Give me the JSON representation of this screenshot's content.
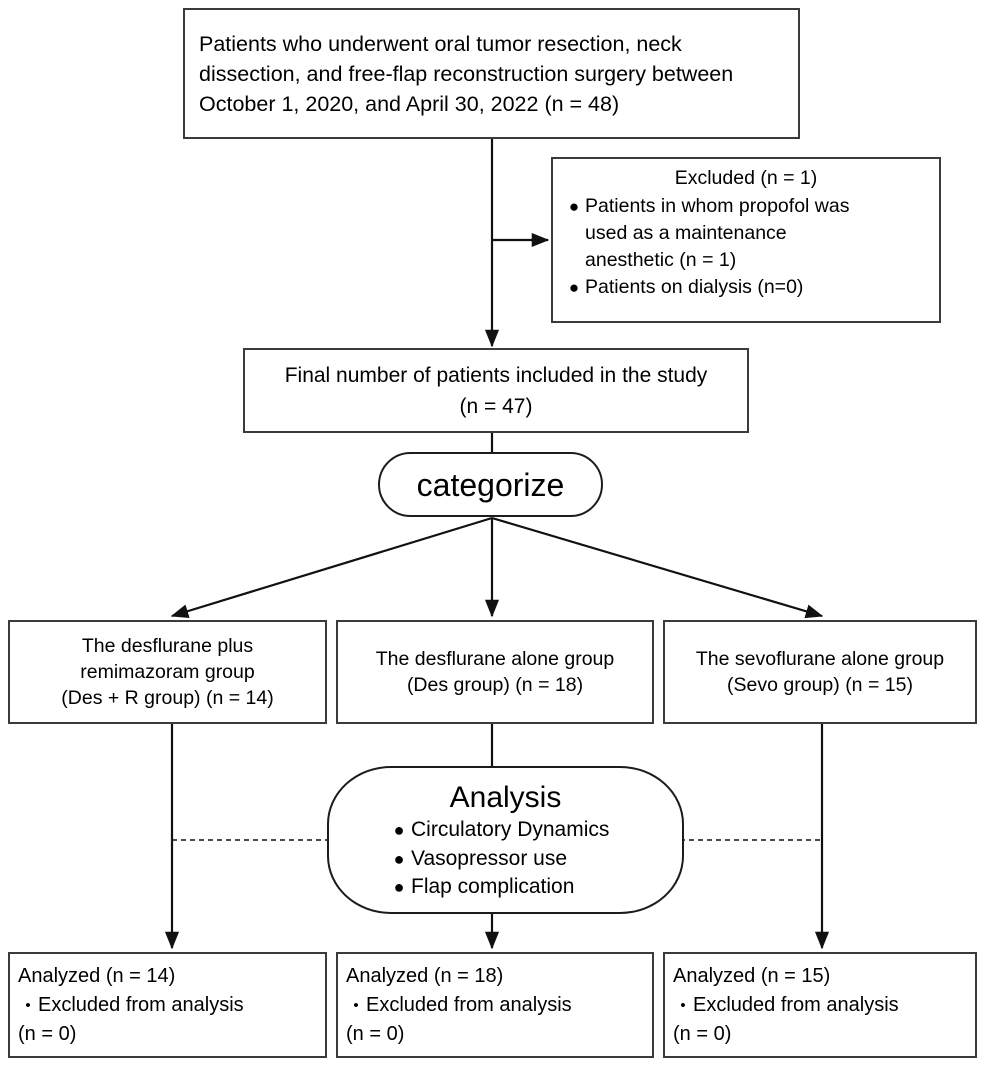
{
  "diagram": {
    "title": "Patient enrollment and analysis flow diagram",
    "stroke_color": "#3b3b3b",
    "background_color": "#ffffff",
    "bullet_glyph": "●",
    "small_bullet_glyph": "•"
  },
  "enrollment": {
    "lines": [
      " Patients who underwent oral tumor resection, neck",
      "dissection, and free-flap reconstruction surgery  between",
      "October 1, 2020, and April 30, 2022 (n = 48)"
    ]
  },
  "excluded": {
    "heading": "Excluded (n = 1)",
    "items": [
      [
        "Patients in whom propofol was",
        "used as a maintenance",
        "anesthetic (n = 1)"
      ],
      [
        "Patients on dialysis (n=0)"
      ]
    ]
  },
  "final": {
    "lines": [
      "Final number of patients included in the study",
      "(n = 47)"
    ]
  },
  "categorize": {
    "label": "categorize"
  },
  "groups": [
    {
      "name": "des-plus-remimazoram",
      "lines": [
        "The desflurane plus",
        "remimazoram group",
        "(Des + R group) (n = 14)"
      ]
    },
    {
      "name": "des-alone",
      "lines": [
        "The desflurane alone group",
        "(Des group) (n = 18)"
      ]
    },
    {
      "name": "sevo-alone",
      "lines": [
        "The sevoflurane alone group",
        "(Sevo group) (n = 15)"
      ]
    }
  ],
  "analysis": {
    "heading": "Analysis",
    "items": [
      "Circulatory Dynamics",
      "Vasopressor use",
      "Flap complication"
    ]
  },
  "analyzed": [
    {
      "name": "analyzed-des-plus-r",
      "heading": "Analyzed (n = 14)",
      "item_lines": [
        "Excluded from analysis",
        "(n = 0)"
      ]
    },
    {
      "name": "analyzed-des",
      "heading": "Analyzed (n = 18)",
      "item_lines": [
        "Excluded from analysis",
        "(n = 0)"
      ]
    },
    {
      "name": "analyzed-sevo",
      "heading": "Analyzed (n = 15)",
      "item_lines": [
        "Excluded from analysis",
        "(n = 0)"
      ]
    }
  ]
}
